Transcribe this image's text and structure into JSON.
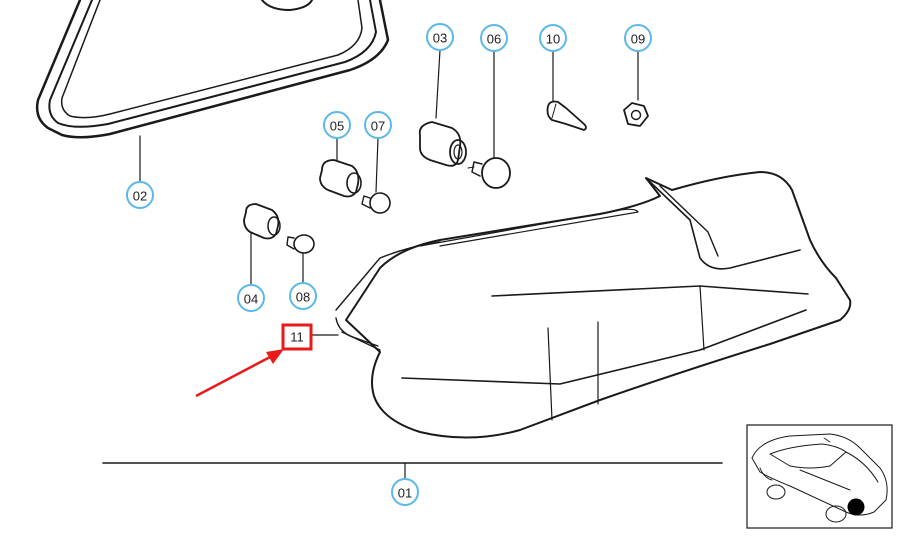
{
  "diagram": {
    "callouts": [
      {
        "id": "01",
        "label": "01"
      },
      {
        "id": "02",
        "label": "02"
      },
      {
        "id": "03",
        "label": "03"
      },
      {
        "id": "04",
        "label": "04"
      },
      {
        "id": "05",
        "label": "05"
      },
      {
        "id": "06",
        "label": "06"
      },
      {
        "id": "07",
        "label": "07"
      },
      {
        "id": "08",
        "label": "08"
      },
      {
        "id": "09",
        "label": "09"
      },
      {
        "id": "10",
        "label": "10"
      }
    ],
    "highlighted_callout": {
      "label": "11"
    },
    "colors": {
      "callout_border": "#5bb8e8",
      "highlight_box": "#e81a1a",
      "arrow": "#e81a1a",
      "line_art": "#1a1a1a"
    }
  }
}
